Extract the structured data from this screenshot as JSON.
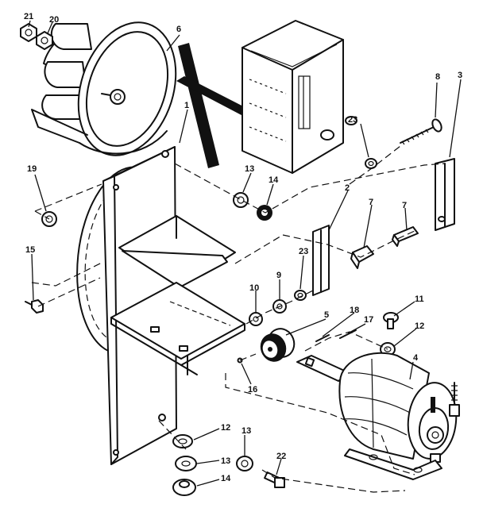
{
  "callouts": [
    {
      "id": "c21",
      "text": "21"
    },
    {
      "id": "c20",
      "text": "20"
    },
    {
      "id": "c6",
      "text": "6"
    },
    {
      "id": "c1",
      "text": "1"
    },
    {
      "id": "c8",
      "text": "8"
    },
    {
      "id": "c3",
      "text": "3"
    },
    {
      "id": "c23a",
      "text": "23"
    },
    {
      "id": "c19",
      "text": "19"
    },
    {
      "id": "c13a",
      "text": "13"
    },
    {
      "id": "c14a",
      "text": "14"
    },
    {
      "id": "c2",
      "text": "2"
    },
    {
      "id": "c7a",
      "text": "7"
    },
    {
      "id": "c7b",
      "text": "7"
    },
    {
      "id": "c15",
      "text": "15"
    },
    {
      "id": "c23b",
      "text": "23"
    },
    {
      "id": "c10",
      "text": "10"
    },
    {
      "id": "c9",
      "text": "9"
    },
    {
      "id": "c11",
      "text": "11"
    },
    {
      "id": "c5",
      "text": "5"
    },
    {
      "id": "c18",
      "text": "18"
    },
    {
      "id": "c17",
      "text": "17"
    },
    {
      "id": "c12a",
      "text": "12"
    },
    {
      "id": "c4",
      "text": "4"
    },
    {
      "id": "c16",
      "text": "16"
    },
    {
      "id": "c12b",
      "text": "12"
    },
    {
      "id": "c13b",
      "text": "13"
    },
    {
      "id": "c13c",
      "text": "13"
    },
    {
      "id": "c22",
      "text": "22"
    },
    {
      "id": "c14b",
      "text": "14"
    }
  ]
}
